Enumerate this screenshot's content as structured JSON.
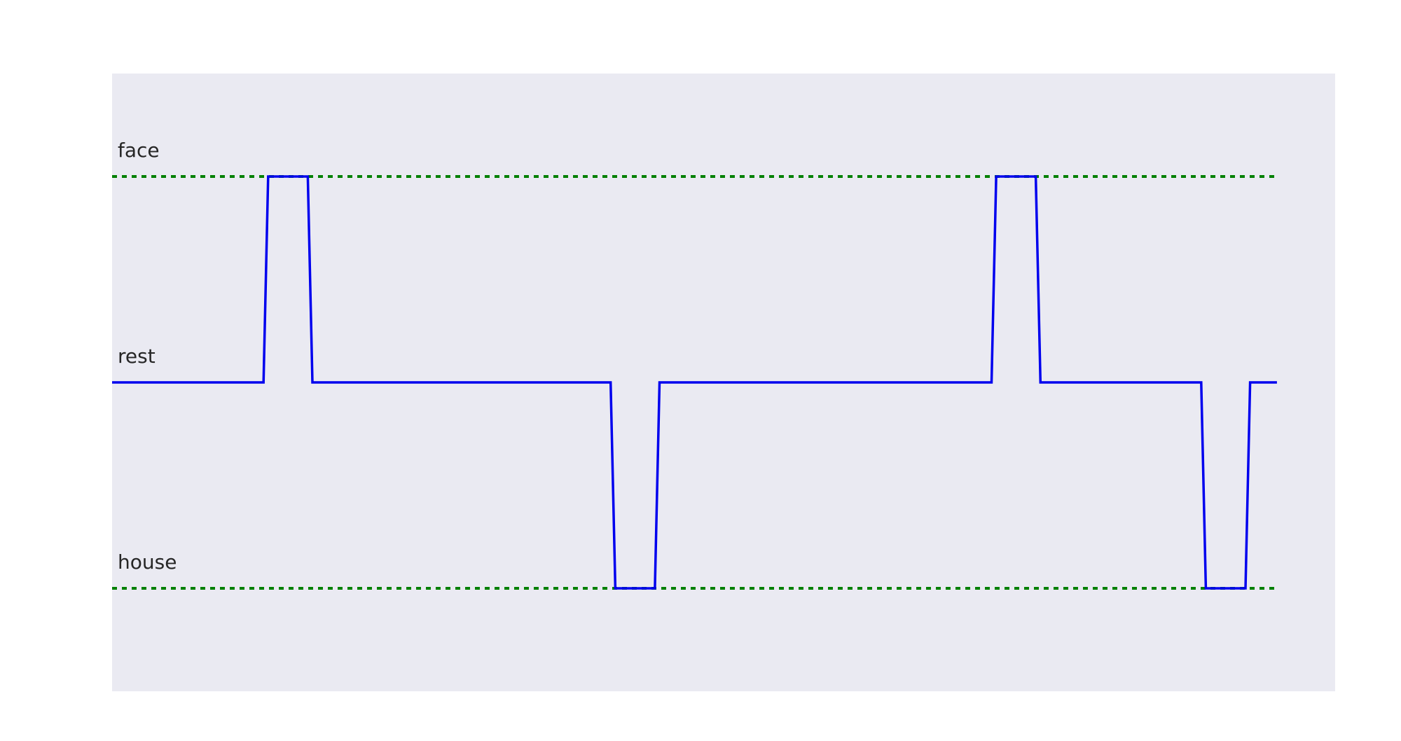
{
  "chart_data": {
    "type": "line",
    "title": "",
    "xlabel": "",
    "ylabel": "",
    "xlim": [
      0,
      1.05
    ],
    "ylim": [
      -1.5,
      1.5
    ],
    "grid": false,
    "colors": {
      "plot_background": "#eaeaf2",
      "signal": "#0000ee",
      "reference": "#008000",
      "text": "#262626"
    },
    "level_labels": [
      {
        "text": "face",
        "y": 1
      },
      {
        "text": "rest",
        "y": 0
      },
      {
        "text": "house",
        "y": -1
      }
    ],
    "reference_lines": [
      {
        "y": 1,
        "x_start": 0,
        "x_end": 1.0,
        "style": "dotted"
      },
      {
        "y": -1,
        "x_start": 0,
        "x_end": 1.0,
        "style": "dotted"
      }
    ],
    "series": [
      {
        "x": [
          0,
          0.13,
          0.134,
          0.168,
          0.172,
          0.428,
          0.432,
          0.466,
          0.47,
          0.755,
          0.759,
          0.793,
          0.797,
          0.935,
          0.939,
          0.973,
          0.977,
          1.0
        ],
        "y": [
          0,
          0,
          1,
          1,
          0,
          0,
          -1,
          -1,
          0,
          0,
          1,
          1,
          0,
          0,
          -1,
          -1,
          0,
          0
        ]
      }
    ]
  }
}
